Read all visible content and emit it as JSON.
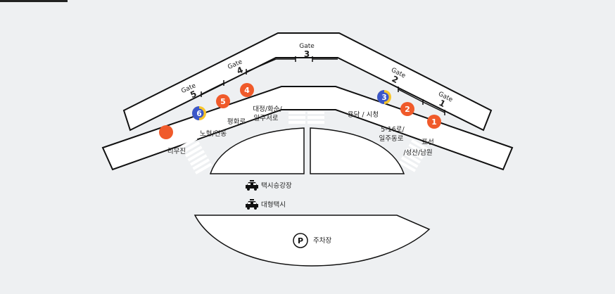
{
  "gates": [
    {
      "word": "Gate",
      "num": "1"
    },
    {
      "word": "Gate",
      "num": "2"
    },
    {
      "word": "Gate",
      "num": "3"
    },
    {
      "word": "Gate",
      "num": "4"
    },
    {
      "word": "Gate",
      "num": "5"
    }
  ],
  "stops": [
    {
      "label": "1",
      "color": "#f05a2a"
    },
    {
      "label": "2",
      "color": "#f05a2a"
    },
    {
      "label": "3",
      "color": "#3b57c9",
      "secondary_color": "#f7c52c"
    },
    {
      "label": "4",
      "color": "#f05a2a"
    },
    {
      "label": "5",
      "color": "#f05a2a"
    },
    {
      "label": "6",
      "color": "#3b57c9",
      "secondary_color": "#f7c52c"
    },
    {
      "label": "",
      "color": "#f05a2a"
    }
  ],
  "labels": {
    "pyoseon": "표선",
    "seongsan_namwon": "/성산/남원",
    "road_516_1": "5-16로/",
    "road_516_2": "일주동로",
    "yongdam_sicheong": "용담 / 시청",
    "daejeong_1": "대정/화순/",
    "daejeong_2": "일주서로",
    "pyeonghwaro": "평화로",
    "nohyeong": "노형/연동",
    "limousine": "리무진",
    "taxi_stand": "택시승강장",
    "large_taxi": "대형택시",
    "parking": "주차장",
    "parking_symbol": "P"
  },
  "colors": {
    "orange": "#f05a2a",
    "blue": "#3b57c9",
    "yellow": "#f7c52c",
    "background": "#eef0f2",
    "outline": "#111111"
  },
  "icons": [
    "taxi-icon",
    "parking-icon"
  ]
}
